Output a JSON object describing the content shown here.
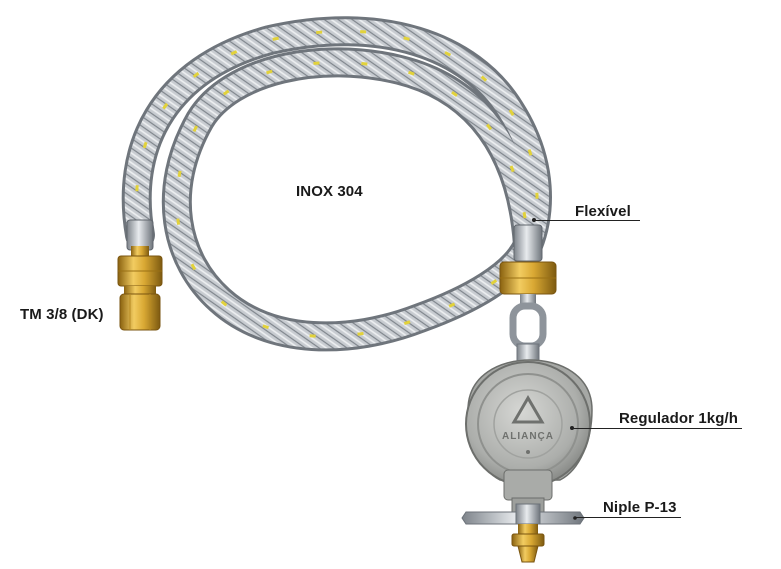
{
  "labels": {
    "material": "INOX 304",
    "hose": "Flexível",
    "fitting": "TM 3/8 (DK)",
    "regulator": "Regulador 1kg/h",
    "nipple": "Niple P-13"
  },
  "regulator_brand": "ALIANÇA",
  "colors": {
    "steel": "#c9cdd2",
    "steel_dark": "#8e949b",
    "braid_marker": "#e2d23a",
    "brass": "#d8a735",
    "brass_dark": "#a77a18",
    "regulator_body": "#b9bbb8"
  }
}
